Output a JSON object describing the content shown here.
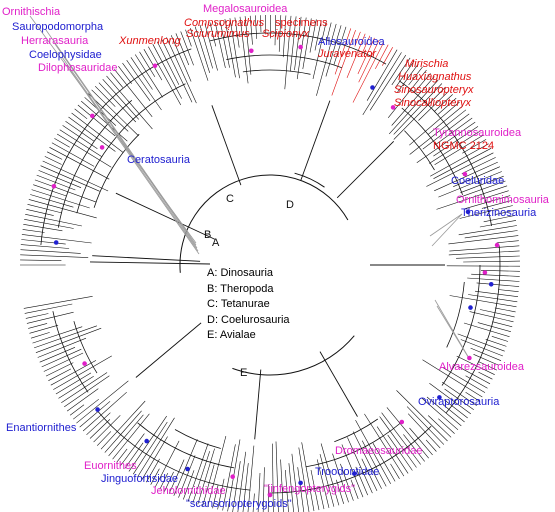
{
  "colors": {
    "magenta": "#e020c8",
    "blue": "#2020d0",
    "red": "#e01010",
    "black": "#111111",
    "gray": "#9a9a9a"
  },
  "labels": {
    "ornithischia": "Ornithischia",
    "sauropodomorpha": "Sauropodomorpha",
    "herrerasauria": "Herrarasauria",
    "coelophysidae": "Coelophysidae",
    "dilophosauridae": "Dilophosauridae",
    "megalosauroidea": "Megalosauroidea",
    "compsognathus": "Compsognathus",
    "specimens": "specimens",
    "sciurumimus": "Sciurumimus",
    "scipionyx": "Scipionyx",
    "xunmenlong": "Xunmenlong",
    "allosauroidea": "Allosauroidea",
    "juravenator": "Juravenator",
    "mirischia": "Mirischia",
    "huaxiagnathus": "Huaxiagnathus",
    "sinosauropteryx": "Sinosauropteryx",
    "sinocalliopteryx": "Sinocalliopteryx",
    "tyrannosauroidea": "Tyrannosauroidea",
    "ngmc": "NGMC 2124",
    "ceratosauria": "Ceratosauria",
    "coeluridae": "Coeluridae",
    "ornithomimosauria": "Ornithomimosauria",
    "therizinosauria": "Therizinosauria",
    "alvarezsauroidea": "Alvarezsauroidea",
    "oviraptorosauria": "Oviraptorosauria",
    "enantiornithes": "Enantiornithes",
    "dromaeosauridae": "Dromaeosauridae",
    "troodontidae": "Troodontidae",
    "euornithes": "Euornithes",
    "jinguofortisidae": "Jinguofortisidae",
    "jeholornithidae": "Jeholornithidae",
    "jinfengopterygids": "\"jinfengopterygids\"",
    "scansoriopterygoids": "\"scansoriopterygoids\""
  },
  "node_letters": {
    "a": "A",
    "b": "B",
    "c": "C",
    "d": "D",
    "e": "E"
  },
  "legend": [
    "A: Dinosauria",
    "B: Theropoda",
    "C: Tetanurae",
    "D: Coelurosauria",
    "E: Avialae"
  ]
}
